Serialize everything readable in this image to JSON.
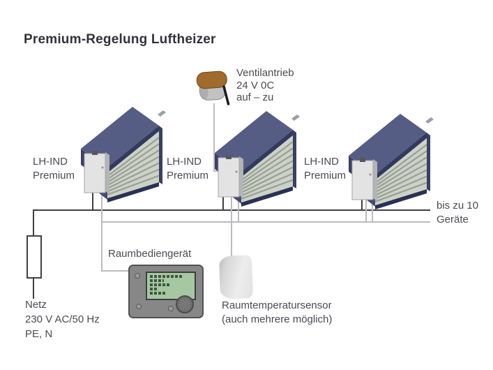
{
  "title": "Premium-Regelung Luftheizer",
  "actuator": {
    "name_line": "Ventilantrieb",
    "voltage_line": "24 V 0C",
    "mode_line": "auf – zu"
  },
  "heaters": [
    {
      "label_line1": "LH-IND",
      "label_line2": "Premium"
    },
    {
      "label_line1": "LH-IND",
      "label_line2": "Premium"
    },
    {
      "label_line1": "LH-IND",
      "label_line2": "Premium"
    }
  ],
  "bus_note": {
    "line1": "bis zu 10",
    "line2": "Geräte"
  },
  "room_panel": {
    "label": "Raumbediengerät"
  },
  "room_sensor": {
    "label_line1": "Raumtemperatursensor",
    "label_line2": "(auch mehrere möglich)"
  },
  "power": {
    "line1": "Netz",
    "line2": "230 V AC/50 Hz",
    "line3": "PE, N"
  },
  "colors": {
    "line_dark": "#3f3f46",
    "line_gray": "#bcbcc0",
    "heater_top": "#565d84",
    "heater_side": "#3a4066",
    "heater_front": "#454b72",
    "heater_band": "#333a5e",
    "heater_base": "#2b3153",
    "louver_light": "#cdd2c8",
    "louver_dark": "#98a093",
    "box_face": "#e3e3e4",
    "actuator_lid": "#a26b2e",
    "actuator_body": "#c2c2c2",
    "panel_body": "#878787",
    "lcd_bg": "#a5c7a2",
    "lcd_pixel": "#3d573d"
  }
}
